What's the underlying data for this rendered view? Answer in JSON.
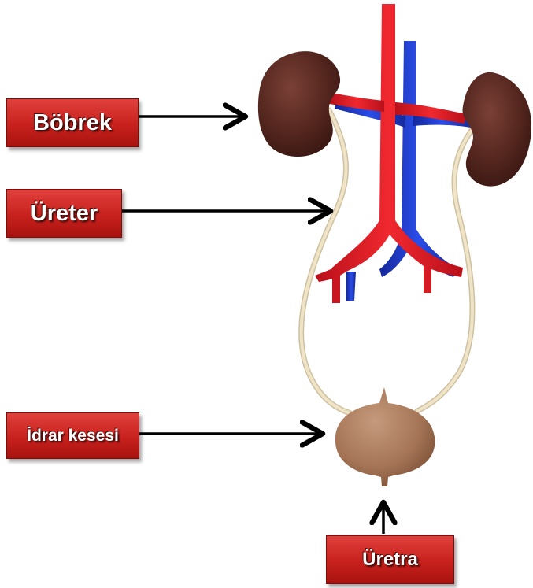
{
  "labels": {
    "kidney": "Böbrek",
    "ureter": "Üreter",
    "bladder": "İdrar kesesi",
    "urethra": "Üretra"
  },
  "colors": {
    "label_fill": "#c8211d",
    "label_text": "#ffffff",
    "artery": "#e8202a",
    "vein": "#1f3fd6",
    "kidney": "#5a2a22",
    "ureter": "#e8dcc0",
    "bladder": "#a97a5e",
    "arrow": "#000000"
  }
}
